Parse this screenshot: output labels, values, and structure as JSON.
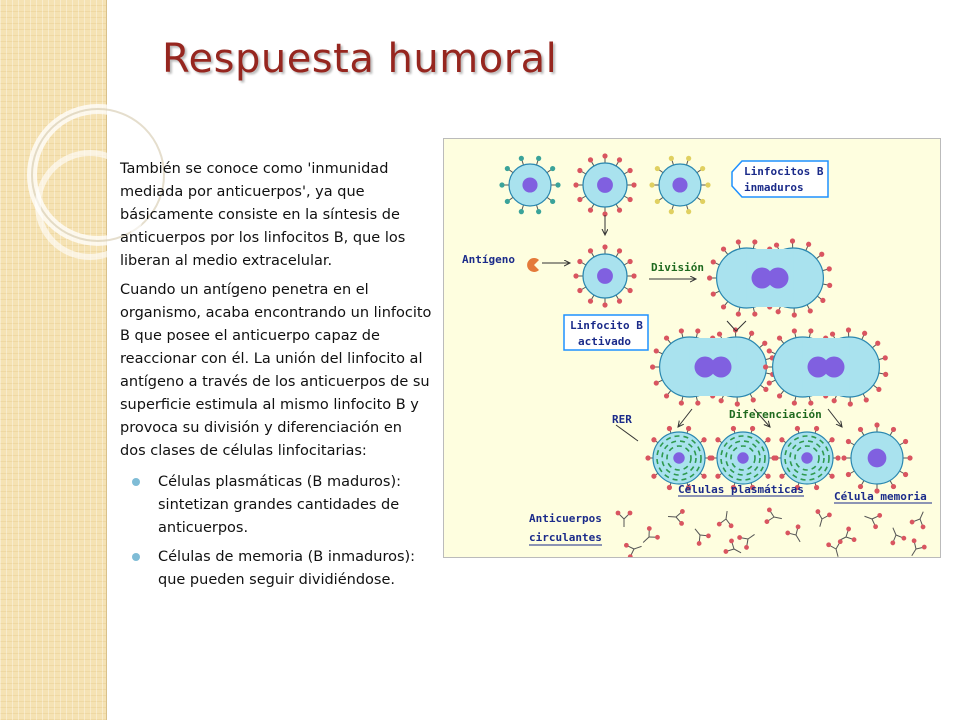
{
  "slide": {
    "title": "Respuesta humoral",
    "paragraphs": [
      "También se conoce como 'inmunidad mediada por anticuerpos', ya que básicamente consiste en la síntesis de anticuerpos por los linfocitos B, que los liberan al medio extracelular.",
      "Cuando un antígeno penetra en el organismo, acaba encontrando un linfocito B que posee el anticuerpo capaz de reaccionar con él. La unión del linfocito al antígeno a través de los anticuerpos de su superficie estimula al mismo linfocito B y provoca su división y diferenciación en dos clases de células linfocitarias:"
    ],
    "bullets": [
      "Células plasmáticas (B maduros): sintetizan grandes cantidades de anticuerpos.",
      "Células de memoria (B inmaduros): que pueden seguir dividiéndose."
    ]
  },
  "figure": {
    "labels": {
      "immature_line1": "Linfocitos B",
      "immature_line2": "inmaduros",
      "antigen": "Antígeno",
      "division": "División",
      "activated_line1": "Linfocito B",
      "activated_line2": "activado",
      "rer": "RER",
      "differentiation": "Diferenciación",
      "plasma_cells": "Células plasmáticas",
      "memory_cell": "Célula memoria",
      "antibodies_line1": "Anticuerpos",
      "antibodies_line2": "circulantes"
    },
    "colors": {
      "cell_fill": "#a9e2ee",
      "cell_stroke": "#2b88b0",
      "nucleus": "#8060e0",
      "receptor": "#d95560",
      "antigen": "#e47a3a",
      "label_box_border": "#1e90ff",
      "label_text": "#1b2b8a",
      "green_text": "#1f6a1f",
      "rer": "#2f9a4f",
      "title": "#96261f",
      "bullet": "#7fbcd6"
    }
  }
}
